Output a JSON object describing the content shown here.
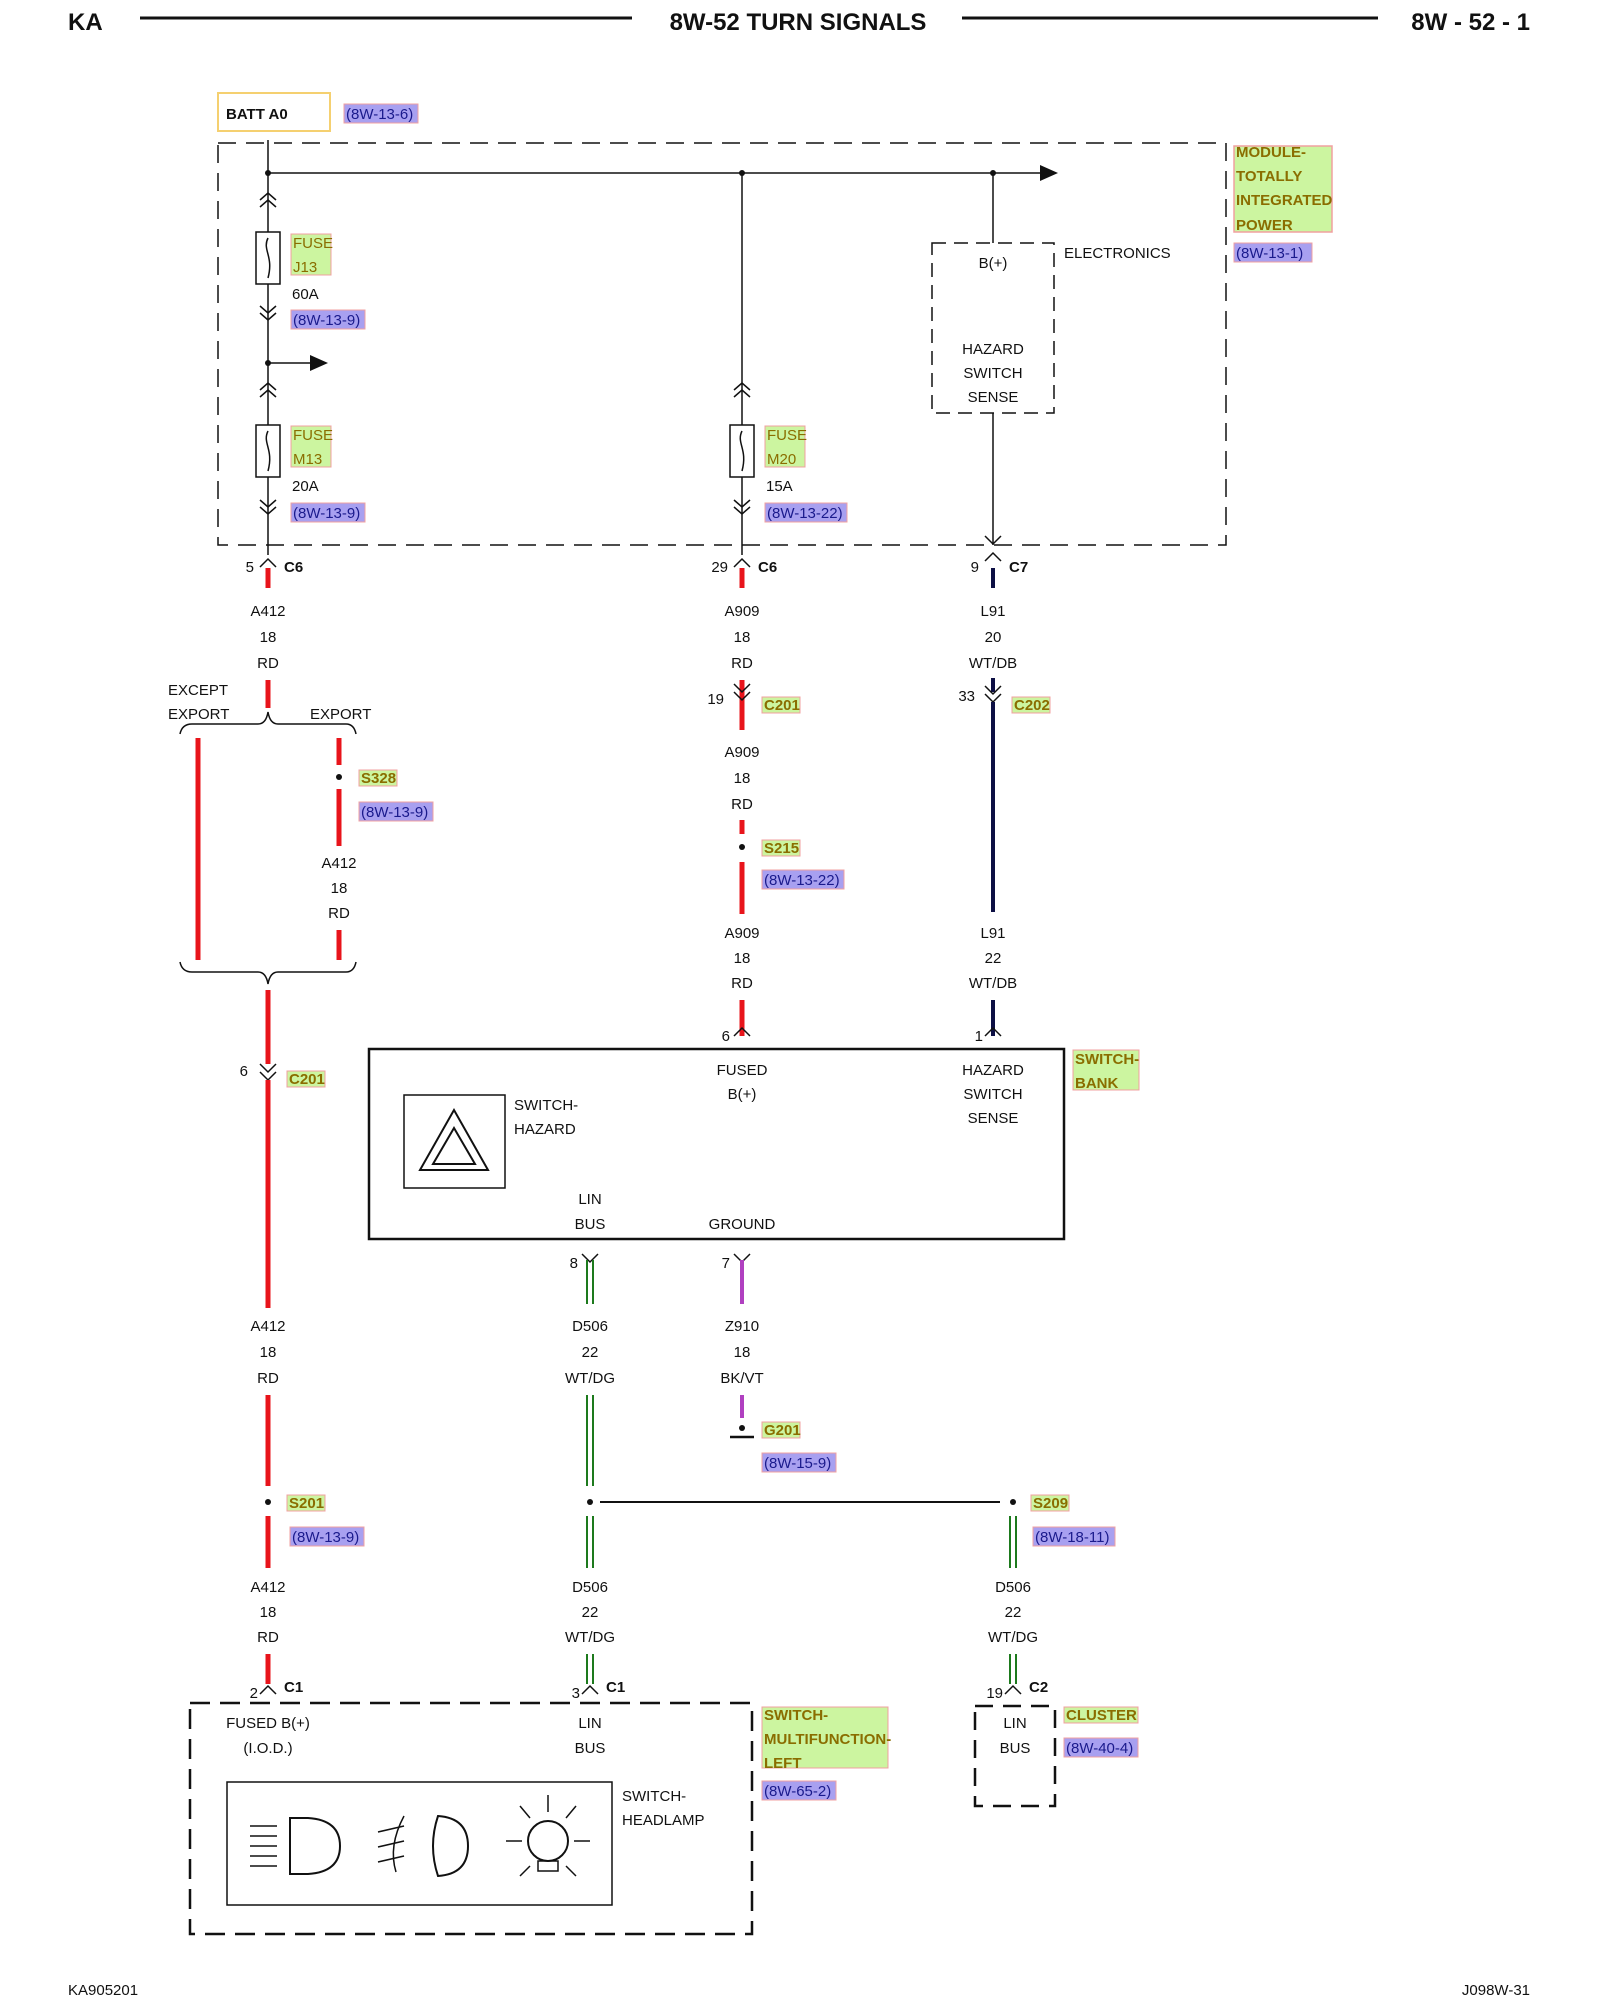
{
  "header": {
    "left": "KA",
    "center": "8W-52 TURN SIGNALS",
    "right": "8W - 52 - 1"
  },
  "footer": {
    "left": "KA905201",
    "right": "J098W-31"
  },
  "colors": {
    "red_wire": "#e8141b",
    "dark_blue_wire": "#0d0f44",
    "green_wire": "#1d7a1d",
    "violet_wire": "#b040c0",
    "ref_bg": "#a8a0f0",
    "comp_bg": "#ccf5a0",
    "comp_border": "#f0a0a0",
    "batt_border": "#f5d070"
  },
  "batt": {
    "label": "BATT A0",
    "ref": "(8W-13-6)"
  },
  "tipm": {
    "name": [
      "MODULE-",
      "TOTALLY",
      "INTEGRATED",
      "POWER"
    ],
    "ref": "(8W-13-1)",
    "electronics": "ELECTRONICS",
    "bplus": "B(+)",
    "hazard": [
      "HAZARD",
      "SWITCH",
      "SENSE"
    ]
  },
  "fuse_j13": {
    "label": [
      "FUSE",
      "J13"
    ],
    "rating": "60A",
    "ref": "(8W-13-9)"
  },
  "fuse_m13": {
    "label": [
      "FUSE",
      "M13"
    ],
    "rating": "20A",
    "ref": "(8W-13-9)"
  },
  "fuse_m20": {
    "label": [
      "FUSE",
      "M20"
    ],
    "rating": "15A",
    "ref": "(8W-13-22)"
  },
  "c6_a": {
    "pin": "5",
    "name": "C6"
  },
  "c6_b": {
    "pin": "29",
    "name": "C6"
  },
  "c7": {
    "pin": "9",
    "name": "C7"
  },
  "wire_a412_1": [
    "A412",
    "18",
    "RD"
  ],
  "wire_a909_1": [
    "A909",
    "18",
    "RD"
  ],
  "wire_l91_1": [
    "L91",
    "20",
    "WT/DB"
  ],
  "except_export": [
    "EXCEPT",
    "EXPORT"
  ],
  "export": "EXPORT",
  "c201_top": {
    "pin": "19",
    "name": "C201"
  },
  "c202": {
    "pin": "33",
    "name": "C202"
  },
  "s328": {
    "name": "S328",
    "ref": "(8W-13-9)"
  },
  "wire_a909_2": [
    "A909",
    "18",
    "RD"
  ],
  "s215": {
    "name": "S215",
    "ref": "(8W-13-22)"
  },
  "wire_a412_2": [
    "A412",
    "18",
    "RD"
  ],
  "wire_a909_3": [
    "A909",
    "18",
    "RD"
  ],
  "wire_l91_2": [
    "L91",
    "22",
    "WT/DB"
  ],
  "c201_left": {
    "pin": "6",
    "name": "C201"
  },
  "switch_bank": {
    "pin_fused": "6",
    "pin_hazard": "1",
    "name": [
      "SWITCH-",
      "BANK"
    ],
    "fused": [
      "FUSED",
      "B(+)"
    ],
    "hazard": [
      "HAZARD",
      "SWITCH",
      "SENSE"
    ],
    "switch_hazard": [
      "SWITCH-",
      "HAZARD"
    ],
    "lin": [
      "LIN",
      "BUS"
    ],
    "ground": "GROUND",
    "pin_lin": "8",
    "pin_ground": "7"
  },
  "wire_a412_3": [
    "A412",
    "18",
    "RD"
  ],
  "wire_d506_1": [
    "D506",
    "22",
    "WT/DG"
  ],
  "wire_z910": [
    "Z910",
    "18",
    "BK/VT"
  ],
  "g201": {
    "name": "G201",
    "ref": "(8W-15-9)"
  },
  "s201": {
    "name": "S201",
    "ref": "(8W-13-9)"
  },
  "s209": {
    "name": "S209",
    "ref": "(8W-18-11)"
  },
  "wire_a412_4": [
    "A412",
    "18",
    "RD"
  ],
  "wire_d506_2": [
    "D506",
    "22",
    "WT/DG"
  ],
  "wire_d506_3": [
    "D506",
    "22",
    "WT/DG"
  ],
  "c1_a": {
    "pin": "2",
    "name": "C1"
  },
  "c1_b": {
    "pin": "3",
    "name": "C1"
  },
  "c2": {
    "pin": "19",
    "name": "C2"
  },
  "mfs": {
    "name": [
      "SWITCH-",
      "MULTIFUNCTION-",
      "LEFT"
    ],
    "ref": "(8W-65-2)",
    "fused": [
      "FUSED B(+)",
      "(I.O.D.)"
    ],
    "lin": [
      "LIN",
      "BUS"
    ],
    "headlamp": [
      "SWITCH-",
      "HEADLAMP"
    ]
  },
  "cluster": {
    "name": "CLUSTER",
    "ref": "(8W-40-4)",
    "lin": [
      "LIN",
      "BUS"
    ]
  }
}
